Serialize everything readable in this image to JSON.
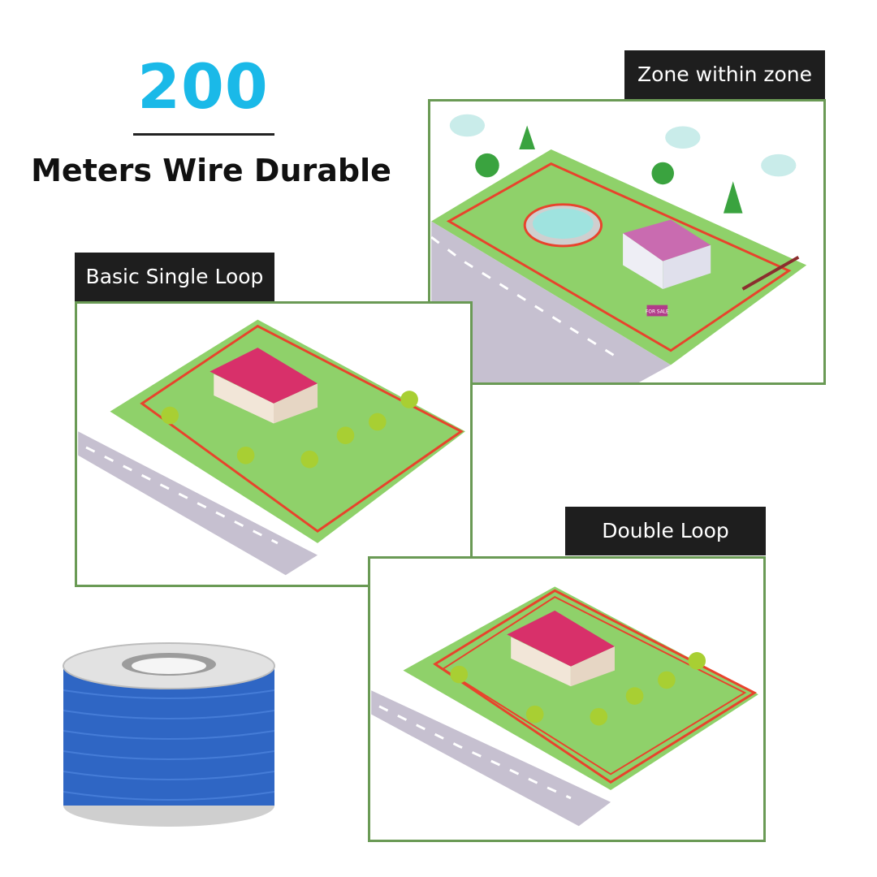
{
  "headline": {
    "number": "200",
    "subtitle": "Meters Wire Durable"
  },
  "panels": {
    "zone_within_zone": {
      "label": "Zone within zone",
      "sign_text": "FOR SALE"
    },
    "basic_single_loop": {
      "label": "Basic Single Loop"
    },
    "double_loop": {
      "label": "Double Loop"
    }
  },
  "colors": {
    "accent": "#1ab9e8",
    "label_bg": "#1e1e1e",
    "frame_border": "#6a9a55",
    "lawn": "#8fd16a",
    "wire": "#e8432c",
    "roof": "#d8306a",
    "spool_wire": "#2f66c4"
  }
}
